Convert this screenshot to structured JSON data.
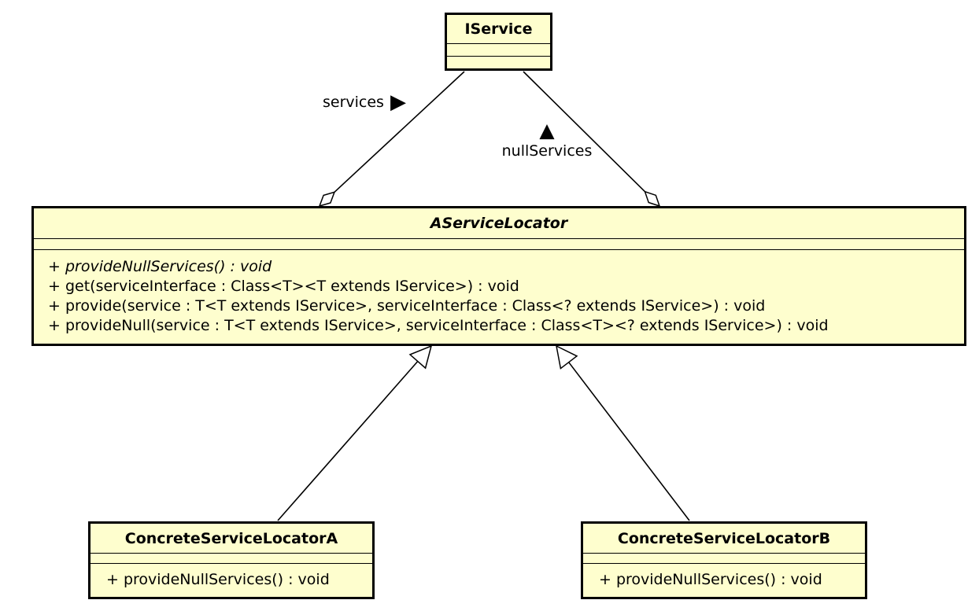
{
  "colors": {
    "class_fill": "#FEFECE",
    "class_border": "#000000",
    "background": "#FFFFFF",
    "line": "#000000"
  },
  "classes": {
    "iservice": {
      "name": "IService",
      "attributes": [],
      "methods": []
    },
    "aservicelocator": {
      "name": "AServiceLocator",
      "attributes": [],
      "methods": [
        "+ provideNullServices() : void",
        "+ get(serviceInterface : Class<T><T extends IService>) : void",
        "+ provide(service : T<T extends IService>, serviceInterface : Class<? extends IService>) : void",
        "+ provideNull(service : T<T extends IService>, serviceInterface : Class<T><? extends IService>) : void"
      ]
    },
    "concrete_a": {
      "name": "ConcreteServiceLocatorA",
      "attributes": [],
      "methods": [
        "+ provideNullServices() : void"
      ]
    },
    "concrete_b": {
      "name": "ConcreteServiceLocatorB",
      "attributes": [],
      "methods": [
        "+ provideNullServices() : void"
      ]
    }
  },
  "relations": {
    "services": {
      "label": "services",
      "direction_arrow": "▶"
    },
    "null_services": {
      "label": "nullServices",
      "direction_arrow": "▲"
    }
  }
}
